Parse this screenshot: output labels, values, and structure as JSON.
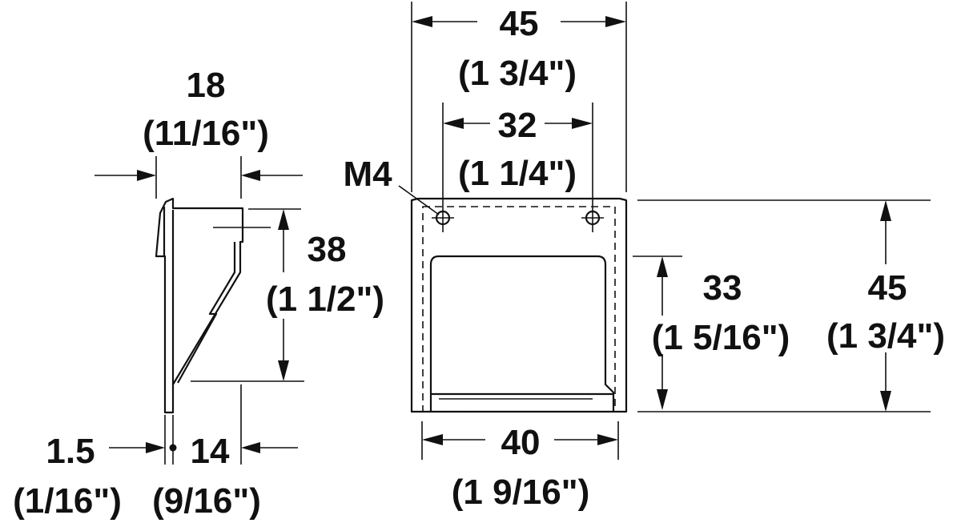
{
  "dimensions": {
    "side_width": {
      "metric": "18",
      "imperial": "(11/16\")"
    },
    "side_height": {
      "metric": "38",
      "imperial": "(1 1/2\")"
    },
    "side_thickness": {
      "metric": "1.5",
      "imperial": "(1/16\")"
    },
    "side_depth": {
      "metric": "14",
      "imperial": "(9/16\")"
    },
    "front_overall_width": {
      "metric": "45",
      "imperial": "(1 3/4\")"
    },
    "front_hole_spacing": {
      "metric": "32",
      "imperial": "(1 1/4\")"
    },
    "front_bottom_width": {
      "metric": "40",
      "imperial": "(1 9/16\")"
    },
    "front_opening_height": {
      "metric": "33",
      "imperial": "(1 5/16\")"
    },
    "front_overall_height": {
      "metric": "45",
      "imperial": "(1 3/4\")"
    },
    "thread_label": "M4"
  }
}
